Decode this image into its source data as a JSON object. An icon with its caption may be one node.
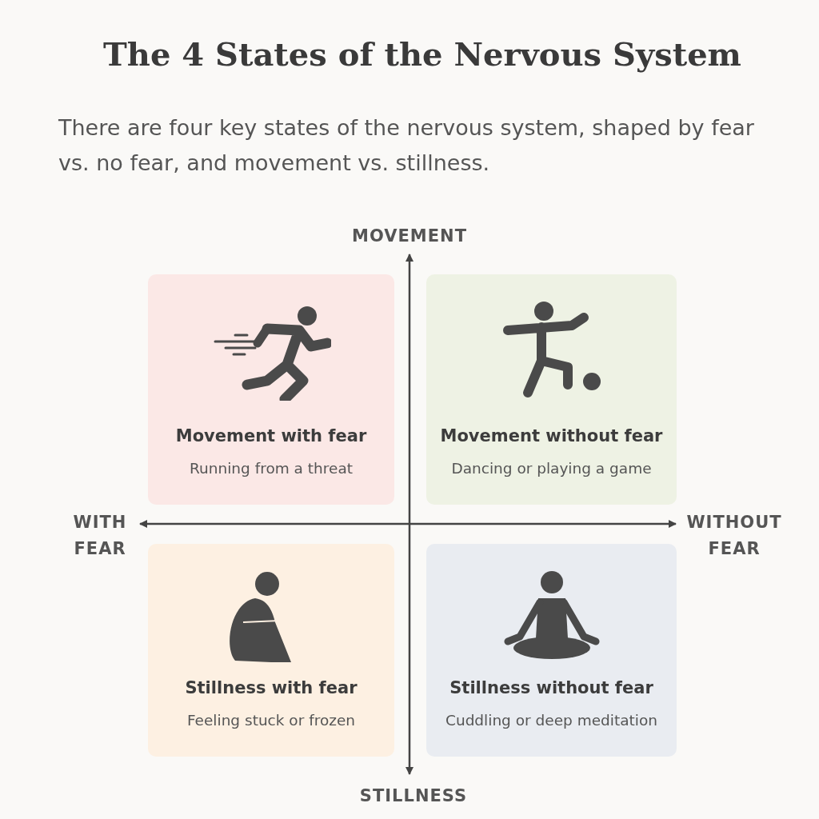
{
  "diagram": {
    "title": "The 4 States of the Nervous System",
    "nodes": [
      {
        "text": [
          "Movement with fear",
          "Running from a threat"
        ]
      },
      {
        "text": [
          "Movement without fear",
          "Dancing or playing a game"
        ]
      },
      {
        "text": [
          "Stillness with fear",
          "Feeling stuck or frozen"
        ]
      },
      {
        "text": [
          "Stillness without fear",
          "Cuddling or deep meditation"
        ]
      }
    ],
    "labels": [
      "There are four key states of the nervous system, shaped by fear vs. no fear, and movement vs. stillness.",
      "MOVEMENT",
      "WITH FEAR",
      "WITHOUT FEAR",
      "STILLNESS"
    ]
  }
}
